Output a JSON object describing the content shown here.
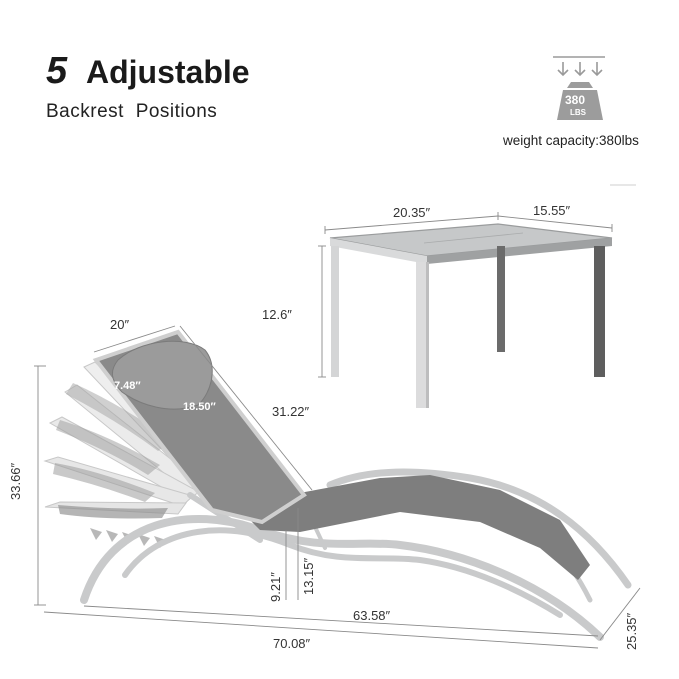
{
  "headline": {
    "number": "5",
    "word": "Adjustable"
  },
  "subheadline": "Backrest  Positions",
  "weight": {
    "badge_value": "380",
    "badge_unit": "LBS",
    "label": "weight capacity:380lbs"
  },
  "table_dims": {
    "length": "20.35″",
    "width": "15.55″",
    "height": "12.6″"
  },
  "lounger_dims": {
    "headrest_width": "20″",
    "pillow_depth": "7.48″",
    "pillow_width": "18.50″",
    "backrest_length": "31.22″",
    "back_height": "33.66″",
    "seat_height_low": "9.21″",
    "seat_height_high": "13.15″",
    "inner_length": "63.58″",
    "total_length": "70.08″",
    "width": "25.35″"
  },
  "colors": {
    "frame": "#c9cacb",
    "sling": "#808080",
    "table_leg": "#5e5e5e",
    "table_top": "#bfc1c2"
  }
}
